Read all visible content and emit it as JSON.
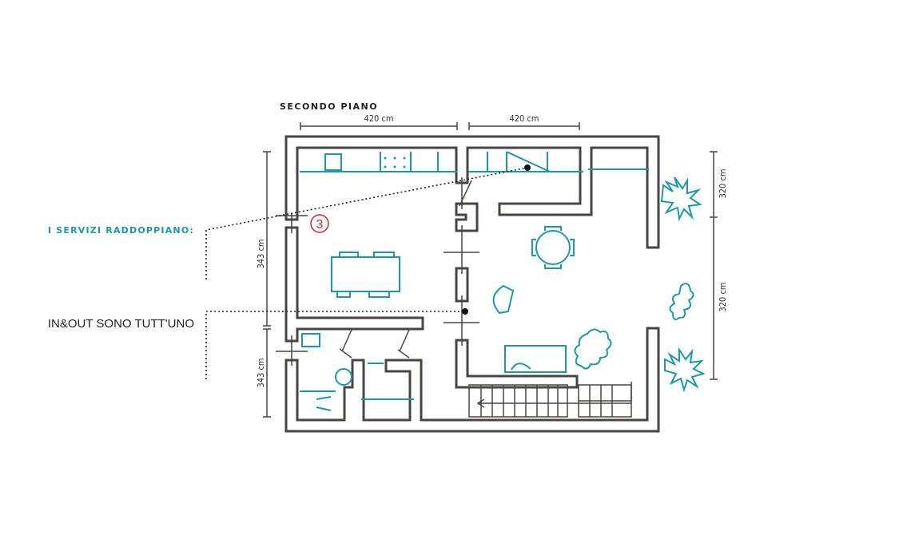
{
  "title": "SECONDO PIANO",
  "dimensions": {
    "top_left": "420 cm",
    "top_right": "420 cm",
    "left_upper": "343 cm",
    "left_lower": "343 cm",
    "right_upper": "320 cm",
    "right_lower": "320 cm"
  },
  "callouts": {
    "services": "I SERVIZI RADDOPPIANO:",
    "in_out": "IN&OUT SONO TUTT'UNO",
    "marker": "3"
  },
  "colors": {
    "wall": "#4a4542",
    "furniture": "#1a9aa5",
    "marker": "#d4242a"
  }
}
